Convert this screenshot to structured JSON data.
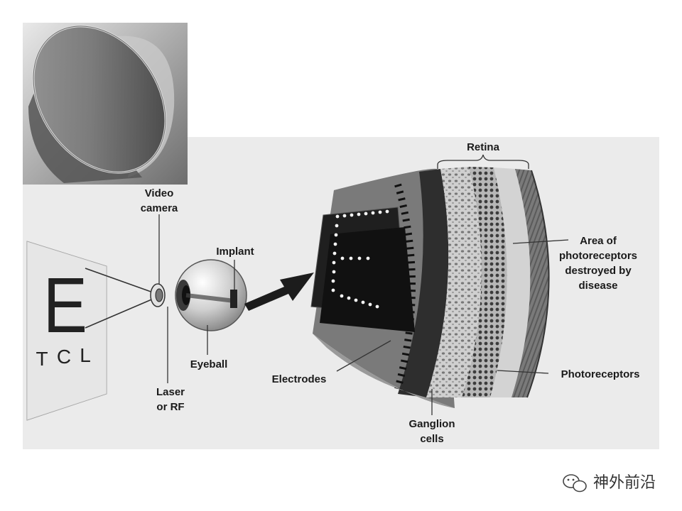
{
  "diagram": {
    "eye_chart": {
      "big_letter": "E",
      "small_letters": [
        "T",
        "C",
        "L"
      ]
    },
    "labels": {
      "video_camera": [
        "Video",
        "camera"
      ],
      "implant": "Implant",
      "eyeball": "Eyeball",
      "laser_rf": [
        "Laser",
        "or RF"
      ],
      "retina": "Retina",
      "area_destroyed": [
        "Area of",
        "photoreceptors",
        "destroyed by",
        "disease"
      ],
      "electrodes": "Electrodes",
      "photoreceptors": "Photoreceptors",
      "ganglion_cells": [
        "Ganglion",
        "cells"
      ]
    }
  },
  "watermark": {
    "icon": "wechat-icon",
    "text": "神外前沿"
  },
  "colors": {
    "panel_bg": "#ebebeb",
    "dark_band": "#3a3a3a",
    "retina_light": "#c9c9c9"
  }
}
